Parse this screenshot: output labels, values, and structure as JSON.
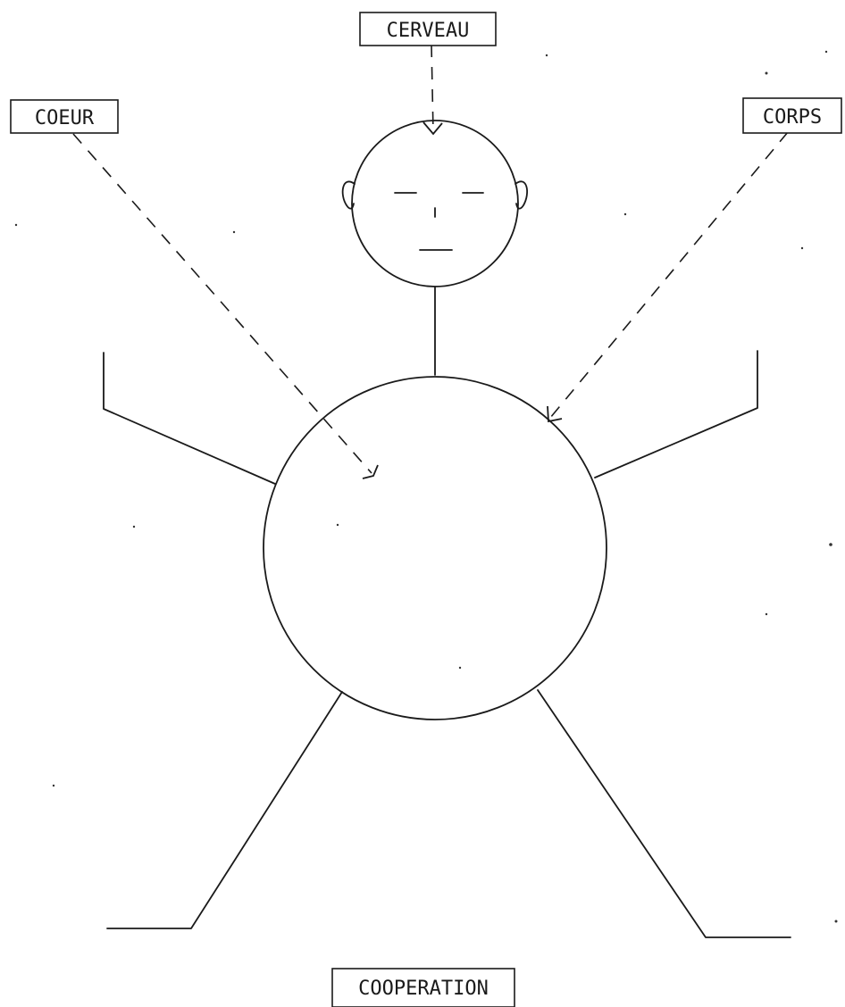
{
  "labels": {
    "brain": "CERVEAU",
    "heart": "COEUR",
    "body": "CORPS",
    "caption": "COOPERATION"
  },
  "colors": {
    "ink": "#1a1a1a",
    "paper": "#ffffff"
  }
}
